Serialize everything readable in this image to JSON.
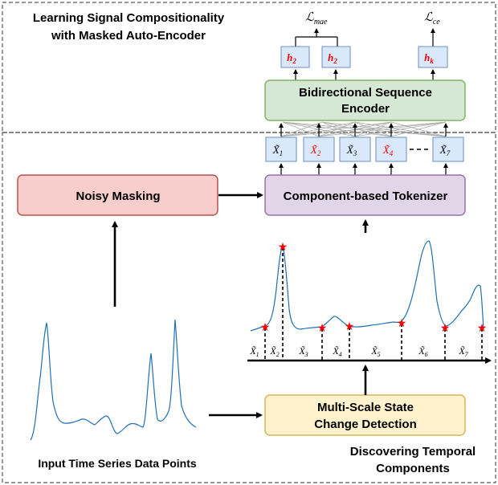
{
  "panels": {
    "top_title_line1": "Learning Signal Compositionality",
    "top_title_line2": "with Masked Auto-Encoder",
    "bottom_caption_line1": "Discovering Temporal",
    "bottom_caption_line2": "Components",
    "input_caption": "Input Time Series Data Points"
  },
  "blocks": {
    "encoder_line1": "Bidirectional Sequence",
    "encoder_line2": "Encoder",
    "tokenizer": "Component-based Tokenizer",
    "noisy_masking": "Noisy Masking",
    "detection_line1": "Multi-Scale State",
    "detection_line2": "Change Detection"
  },
  "losses": {
    "mae": "ℒ",
    "mae_sub": "mae",
    "ce": "ℒ",
    "ce_sub": "ce"
  },
  "hidden": [
    {
      "text": "h",
      "sub": "2",
      "masked": true
    },
    {
      "text": "h",
      "sub": "2",
      "masked": true
    },
    {
      "text": "h",
      "sub": "k",
      "masked": true
    }
  ],
  "tokens": [
    {
      "text": "X̃",
      "sub": "1",
      "masked": false
    },
    {
      "text": "X̃",
      "sub": "2",
      "masked": true
    },
    {
      "text": "X̃",
      "sub": "3",
      "masked": false
    },
    {
      "text": "X̃",
      "sub": "4",
      "masked": true
    },
    {
      "text": "X̃",
      "sub": "7",
      "masked": false
    }
  ],
  "segments": [
    {
      "text": "X̃",
      "sub": "1"
    },
    {
      "text": "X̃",
      "sub": "2"
    },
    {
      "text": "X̃",
      "sub": "3"
    },
    {
      "text": "X̃",
      "sub": "4"
    },
    {
      "text": "X̃",
      "sub": "5"
    },
    {
      "text": "X̃",
      "sub": "6"
    },
    {
      "text": "X̃",
      "sub": "7"
    }
  ],
  "colors": {
    "encoder_fill": "#d5e8d4",
    "encoder_stroke": "#82b366",
    "tokenizer_fill": "#e1d5e7",
    "tokenizer_stroke": "#9673a6",
    "masking_fill": "#f8cecc",
    "masking_stroke": "#b85450",
    "detection_fill": "#fff2cc",
    "detection_stroke": "#d6b656",
    "token_fill": "#dae8fc",
    "token_stroke": "#6c8ebf",
    "mask_text": "#ff0000",
    "signal": "#1f6fb5",
    "marker": "#ff0000"
  }
}
